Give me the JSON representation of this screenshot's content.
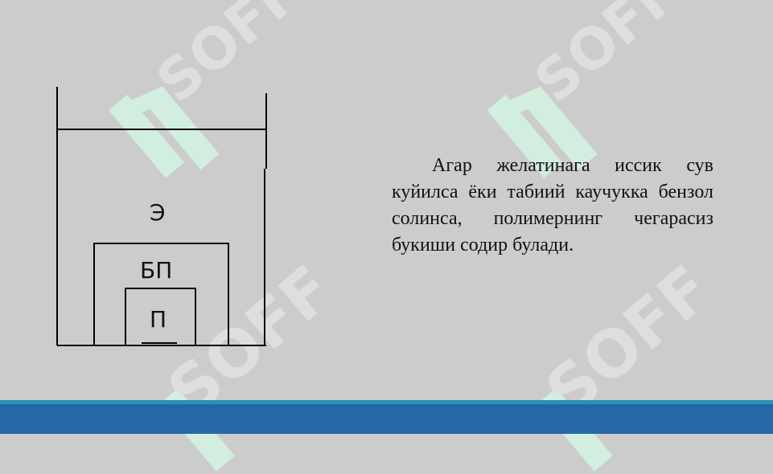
{
  "watermark": {
    "text": "SOFF",
    "mark_color": "#d2eedf",
    "text_color": "#dedede"
  },
  "diagram": {
    "labels": {
      "outer": "Э",
      "middle": "БП",
      "inner": "П"
    }
  },
  "content": {
    "paragraph": "Агар желатинага иссик сув куйилса ёки табиий каучукка бензол солинса, полимернинг чегарасиз букиши содир булади."
  },
  "footer": {
    "accent_color": "#2a93b5",
    "bar_color": "#2767a6"
  }
}
